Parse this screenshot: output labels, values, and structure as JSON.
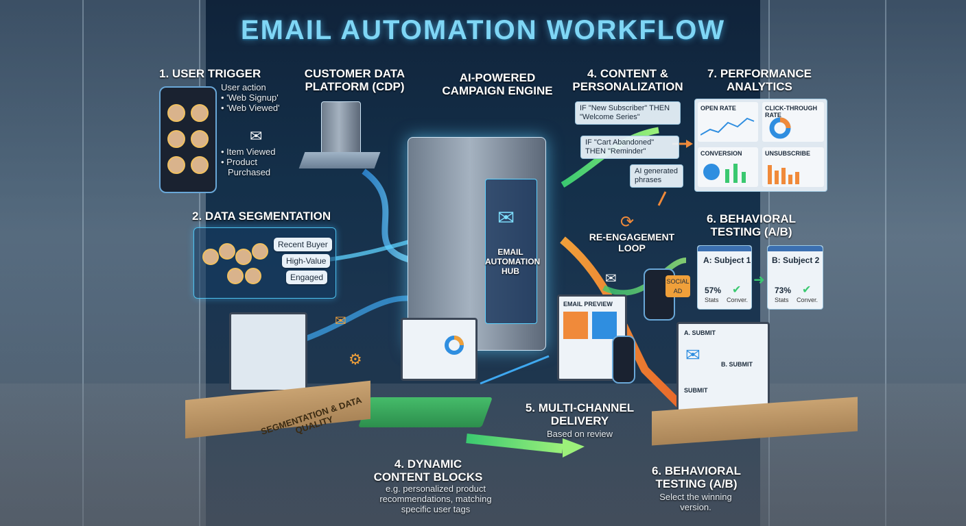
{
  "title": "EMAIL AUTOMATION WORKFLOW",
  "steps": {
    "user_trigger": {
      "heading": "1. USER TRIGGER",
      "lines": [
        "User action",
        "• 'Web Signup'",
        "• 'Web Viewed'"
      ],
      "lines2": [
        "• Item Viewed",
        "• Product",
        "Purchased"
      ]
    },
    "cdp": {
      "heading": "CUSTOMER DATA PLATFORM (CDP)"
    },
    "engine": {
      "heading": "AI-POWERED CAMPAIGN ENGINE",
      "hub_label": "EMAIL AUTOMATION HUB"
    },
    "content": {
      "heading": "4. CONTENT & PERSONALIZATION",
      "rule1": "IF \"New Subscriber\" THEN \"Welcome Series\"",
      "rule2": "IF \"Cart Abandoned\" THEN \"Reminder\"",
      "ai_note": "AI generated phrases"
    },
    "analytics": {
      "heading": "7. PERFORMANCE ANALYTICS",
      "cards": [
        "OPEN RATE",
        "CLICK-THROUGH RATE",
        "CONVERSION",
        "UNSUBSCRIBE"
      ]
    },
    "segmentation": {
      "heading": "2. DATA SEGMENTATION",
      "tags": [
        "Recent Buyer",
        "High-Value",
        "Engaged"
      ]
    },
    "reengagement": {
      "heading": "RE-ENGAGEMENT LOOP",
      "badge": "SOCIAL AD"
    },
    "testing_top": {
      "heading": "6. BEHAVIORAL TESTING (A/B)",
      "a_title": "A: Subject 1",
      "a_pct": "57%",
      "a_l1": "Stats",
      "a_l2": "Conver.",
      "b_title": "B: Subject 2",
      "b_pct": "73%",
      "b_l1": "Stats",
      "b_l2": "Conver."
    },
    "delivery": {
      "heading": "5. MULTI-CHANNEL DELIVERY",
      "desc": "Based on review",
      "preview": "EMAIL PREVIEW"
    },
    "dynamic": {
      "heading": "4. DYNAMIC CONTENT BLOCKS",
      "desc": "e.g. personalized product recommendations, matching specific user tags"
    },
    "testing_bottom": {
      "heading": "6. BEHAVIORAL TESTING (A/B)",
      "desc": "Select the winning version."
    },
    "desk_sign": "SEGMENTATION & DATA QUALITY",
    "monitor_right": {
      "a": "A. SUBMIT",
      "b": "B. SUBMIT",
      "c": "SUBMIT"
    }
  },
  "colors": {
    "accent": "#4cc2f0",
    "title": "#7fd6f5",
    "orange": "#f08a3a",
    "green": "#5fd86a"
  },
  "icons": [
    "envelope-icon",
    "gear-icon",
    "brain-icon",
    "refresh-icon",
    "checkmark-icon",
    "arrow-icon"
  ]
}
